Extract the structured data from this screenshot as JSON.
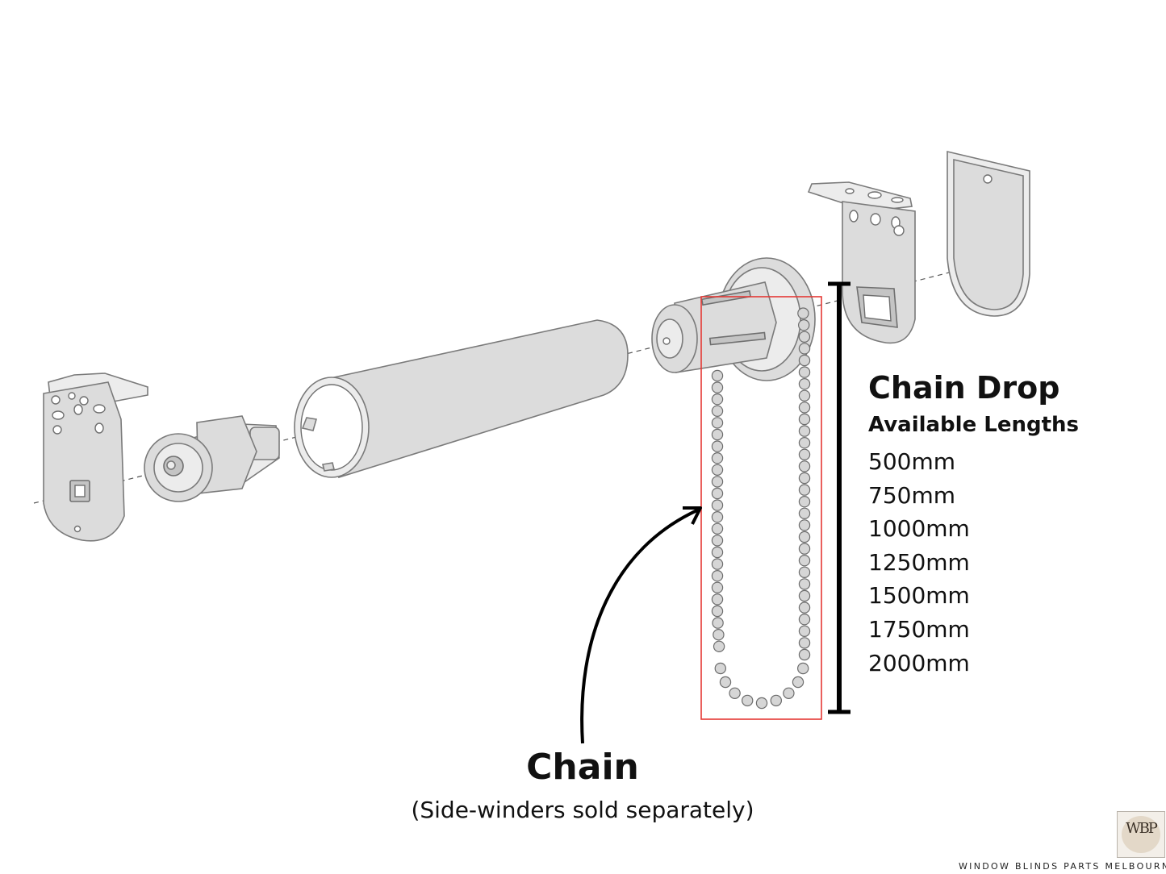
{
  "chain_drop": {
    "title": "Chain Drop",
    "lengths_heading": "Available Lengths",
    "lengths": [
      "500mm",
      "750mm",
      "1000mm",
      "1250mm",
      "1500mm",
      "1750mm",
      "2000mm"
    ]
  },
  "chain_callout": {
    "title": "Chain",
    "note": "(Side-winders sold separately)"
  },
  "logo": {
    "monogram": "WBP",
    "brand": "WINDOW BLINDS PARTS MELBOURNE"
  },
  "colors": {
    "highlight_box": "#e53935",
    "part_fill": "#dcdcdc",
    "outline": "#7a7a7a",
    "text": "#111111"
  }
}
